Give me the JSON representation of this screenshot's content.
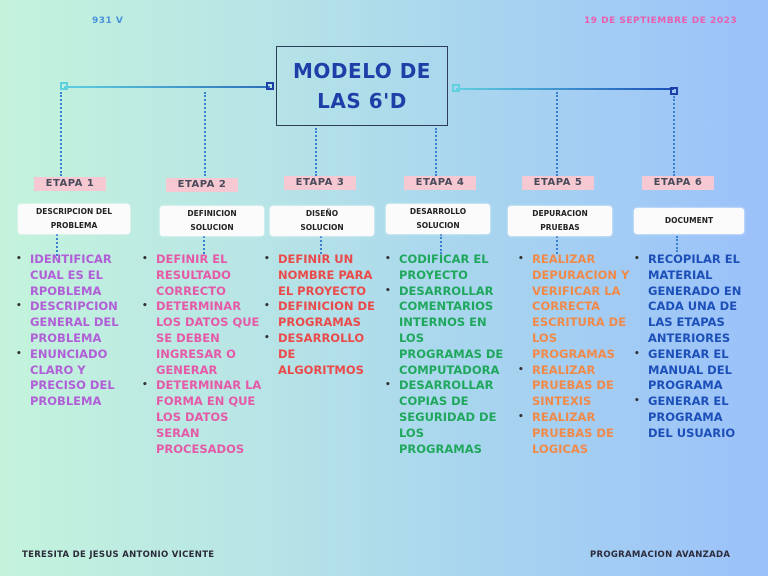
{
  "header": {
    "group": "931 V",
    "date": "19 DE SEPTIEMBRE DE 2023"
  },
  "title": {
    "line1": "MODELO DE",
    "line2": "LAS 6'D"
  },
  "stages": [
    {
      "stage": "ETAPA 1",
      "label": [
        "DESCRIPCION DEL",
        "PROBLEMA"
      ],
      "color": "#b05fd6",
      "items": [
        "IDENTIFICAR CUAL ES EL RPOBLEMA",
        "DESCRIPCION GENERAL DEL PROBLEMA",
        "ENUNCIADO CLARO Y PRECISO DEL PROBLEMA"
      ]
    },
    {
      "stage": "ETAPA 2",
      "label": [
        "DEFINICION",
        "SOLUCION"
      ],
      "color": "#e55aa7",
      "items": [
        "DEFINIR EL RESULTADO CORRECTO",
        "DETERMINAR LOS DATOS QUE SE DEBEN INGRESAR O GENERAR",
        "DETERMINAR LA FORMA EN QUE LOS DATOS SERAN PROCESADOS"
      ]
    },
    {
      "stage": "ETAPA 3",
      "label": [
        "DISEÑO",
        "SOLUCION"
      ],
      "color": "#ea4a4a",
      "items": [
        "DEFINIR UN NOMBRE PARA EL PROYECTO",
        "DEFINICION DE PROGRAMAS",
        "DESARROLLO DE ALGORITMOS"
      ]
    },
    {
      "stage": "ETAPA 4",
      "label": [
        "DESARROLLO",
        "SOLUCION"
      ],
      "color": "#1fa85d",
      "items": [
        "CODIFICAR EL PROYECTO",
        "DESARROLLAR COMENTARIOS INTERNOS EN LOS PROGRAMAS DE COMPUTADORA",
        "DESARROLLAR COPIAS DE SEGURIDAD DE LOS PROGRAMAS"
      ]
    },
    {
      "stage": "ETAPA 5",
      "label": [
        "DEPURACION",
        "PRUEBAS"
      ],
      "color": "#f08a4b",
      "items": [
        "REALIZAR DEPURACION Y VERIFICAR LA CORRECTA ESCRITURA DE LOS PROGRAMAS",
        "REALIZAR PRUEBAS DE SINTEXIS",
        "REALIZAR PRUEBAS DE LOGICAS"
      ]
    },
    {
      "stage": "ETAPA 6",
      "label": [
        "DOCUMENT"
      ],
      "color": "#1c4fb8",
      "items": [
        "RECOPILAR EL MATERIAL GENERADO EN CADA UNA DE LAS ETAPAS ANTERIORES",
        "GENERAR EL MANUAL DEL PROGRAMA",
        "GENERAR EL PROGRAMA DEL USUARIO"
      ]
    }
  ],
  "footer": {
    "author": "TERESITA DE JESUS ANTONIO VICENTE",
    "course": "PROGRAMACION AVANZADA"
  }
}
